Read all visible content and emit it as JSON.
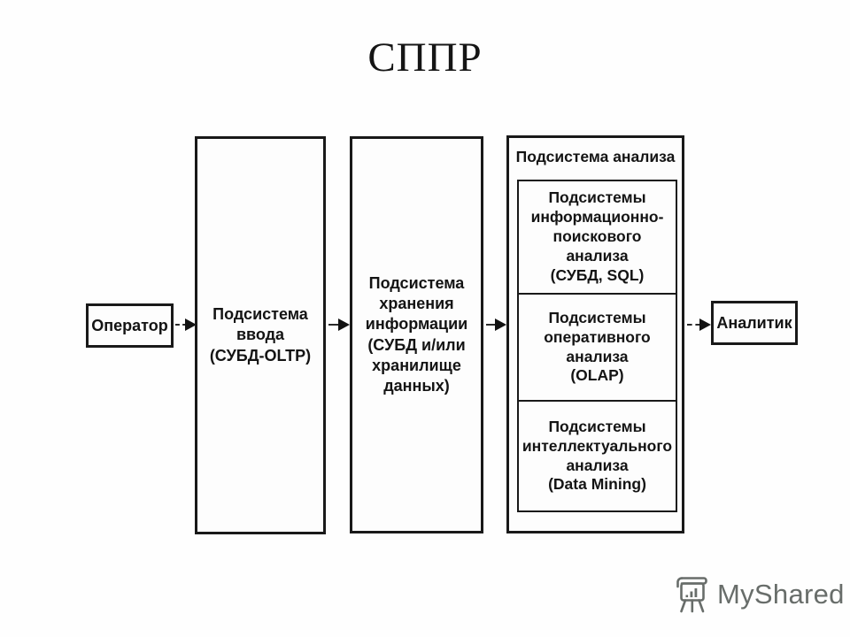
{
  "slide": {
    "title": "СППР"
  },
  "nodes": {
    "operator": "Оператор",
    "input": "Подсистема\nввода\n(СУБД-OLTP)",
    "storage": "Подсистема\nхранения\nинформации\n(СУБД и/или\nхранилище\nданных)",
    "analysis_header": "Подсистема анализа",
    "analysis_children": [
      "Подсистемы\nинформационно-\nпоискового\nанализа\n(СУБД, SQL)",
      "Подсистемы\nоперативного\nанализа\n(OLAP)",
      "Подсистемы\nинтеллектуального\nанализа\n(Data Mining)"
    ],
    "analyst": "Аналитик"
  },
  "connections": [
    {
      "from": "operator",
      "to": "input",
      "style": "dashed-arrow"
    },
    {
      "from": "input",
      "to": "storage",
      "style": "dashed-arrow"
    },
    {
      "from": "storage",
      "to": "analysis",
      "style": "dashed-arrow"
    },
    {
      "from": "analysis",
      "to": "analyst",
      "style": "dashed-arrow"
    }
  ],
  "colors": {
    "line": "#191919",
    "text": "#141414",
    "watermark": "#686d6a",
    "background": "#fefefe"
  },
  "watermark": {
    "text": "MyShared",
    "icon": "presentation-easel-icon"
  }
}
